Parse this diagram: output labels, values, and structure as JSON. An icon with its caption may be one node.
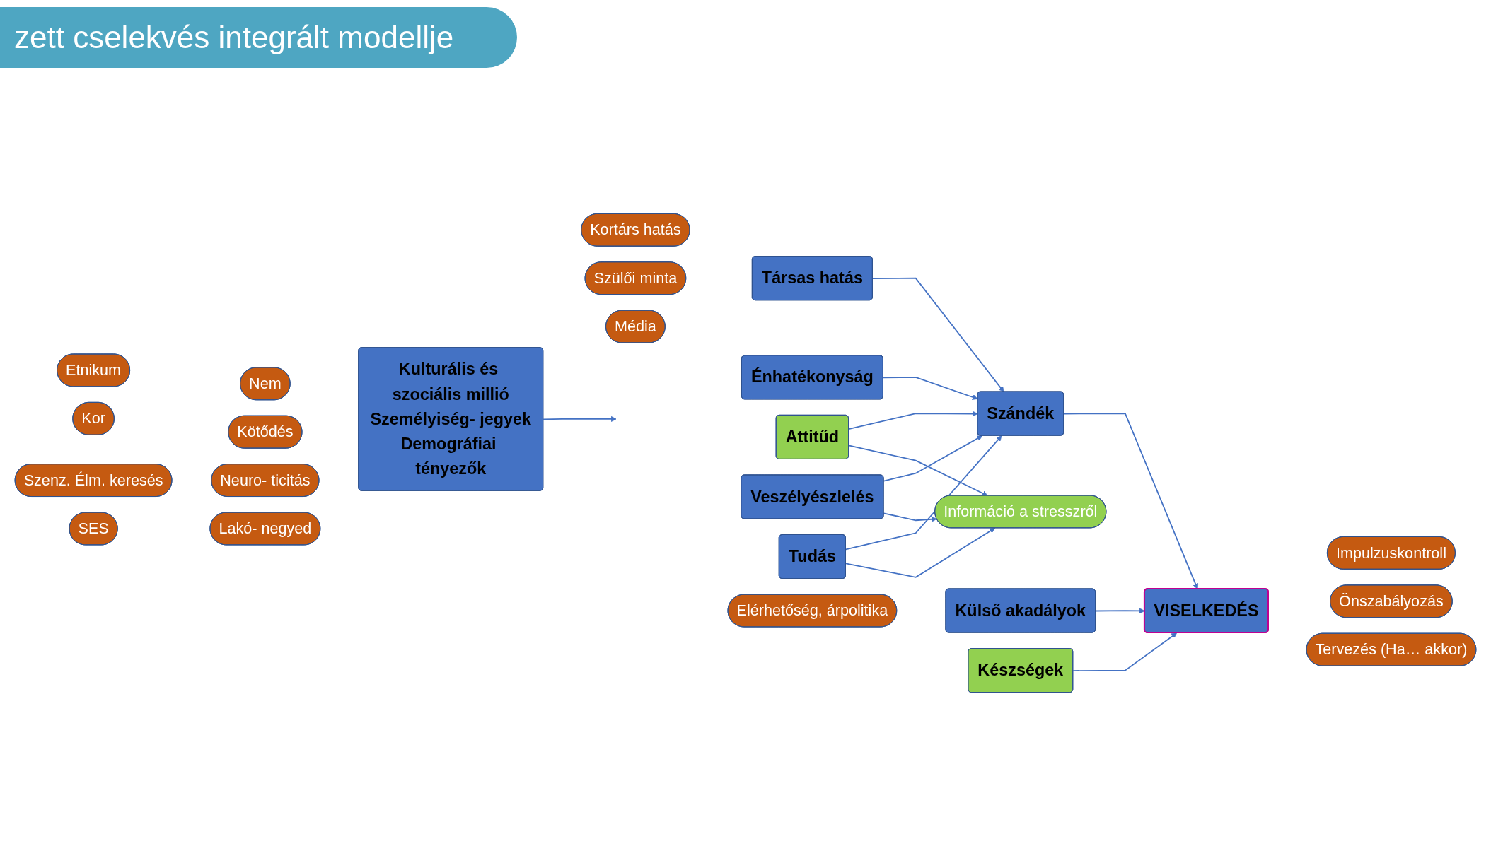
{
  "diagram": {
    "title": "zett cselekvés integrált modellje",
    "nodes": [
      {
        "text": [
          "Kulturális és szociális millió",
          "Személyiség- jegyek",
          "Demográfiai tényezők"
        ]
      },
      {
        "text": [
          "Lakó- negyed"
        ]
      },
      {
        "text": [
          "Kötődés"
        ]
      },
      {
        "text": [
          "SES"
        ]
      },
      {
        "text": [
          "Neuro- ticitás"
        ]
      },
      {
        "text": [
          "Szenz. Élm. keresés"
        ]
      },
      {
        "text": [
          "Nem"
        ]
      },
      {
        "text": [
          "Kor"
        ]
      },
      {
        "text": [
          "Etnikum"
        ]
      },
      {
        "text": [
          "Tudás"
        ]
      },
      {
        "text": [
          "Veszélyészlelés"
        ]
      },
      {
        "text": [
          "Attitűd"
        ]
      },
      {
        "text": [
          "Kortárs hatás"
        ]
      },
      {
        "text": [
          "Társas hatás"
        ]
      },
      {
        "text": [
          "Szülői minta"
        ]
      },
      {
        "text": [
          "Média"
        ]
      },
      {
        "text": [
          "Énhatékonyság"
        ]
      },
      {
        "text": [
          "Információ a stresszről"
        ]
      },
      {
        "text": [
          "Elérhetőség, árpolitika"
        ]
      },
      {
        "text": [
          "Külső akadályok"
        ]
      },
      {
        "text": [
          "Szándék"
        ]
      },
      {
        "text": [
          "VISELKEDÉS"
        ]
      },
      {
        "text": [
          "Készségek"
        ]
      },
      {
        "text": [
          "Tervezés (Ha… akkor)"
        ]
      },
      {
        "text": [
          "Önszabályozás"
        ]
      },
      {
        "text": [
          "Impulzuskontroll"
        ]
      }
    ],
    "edges": [
      {
        "from": 0,
        "to": null,
        "arrow": "to"
      },
      {
        "from": 9,
        "to": 17,
        "arrow": "to"
      },
      {
        "from": 10,
        "to": 17,
        "arrow": "to"
      },
      {
        "from": 11,
        "to": 17,
        "arrow": "to"
      },
      {
        "from": 9,
        "to": 20,
        "arrow": "to"
      },
      {
        "from": 10,
        "to": 20,
        "arrow": "to"
      },
      {
        "from": 11,
        "to": 20,
        "arrow": "to"
      },
      {
        "from": 13,
        "to": 20,
        "arrow": "to"
      },
      {
        "from": 16,
        "to": 20,
        "arrow": "to"
      },
      {
        "from": 20,
        "to": 21,
        "arrow": "to"
      },
      {
        "from": 19,
        "to": 21,
        "arrow": "to"
      },
      {
        "from": 22,
        "to": 21,
        "arrow": "to"
      }
    ]
  }
}
